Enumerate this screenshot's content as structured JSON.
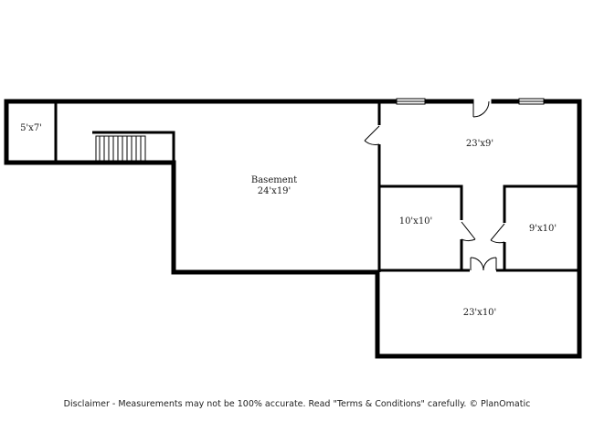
{
  "floor_plan": {
    "rooms": [
      {
        "id": "closet",
        "label": "5'x7'"
      },
      {
        "id": "basement",
        "name": "Basement",
        "label": "24'x19'"
      },
      {
        "id": "room-top-right",
        "label": "23'x9'"
      },
      {
        "id": "room-middle-left",
        "label": "10'x10'"
      },
      {
        "id": "room-middle-right",
        "label": "9'x10'"
      },
      {
        "id": "room-bottom",
        "label": "23'x10'"
      }
    ]
  },
  "footer": {
    "disclaimer": "Disclaimer - Measurements may not be 100% accurate. Read \"Terms & Conditions\" carefully. © PlanOmatic"
  },
  "colors": {
    "wall": "#000000",
    "background": "#ffffff"
  }
}
